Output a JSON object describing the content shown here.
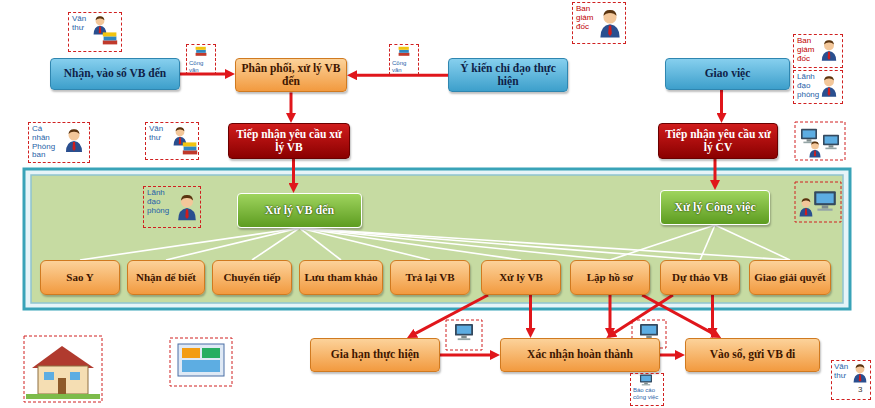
{
  "diagram": {
    "nodes": [
      {
        "text": [
          "Nhận, vào sổ VB đến"
        ]
      },
      {
        "text": [
          "Phân phối, xử lý VB đến"
        ]
      },
      {
        "text": [
          "Ý kiến chỉ đạo thực hiện"
        ]
      },
      {
        "text": [
          "Giao việc"
        ]
      },
      {
        "text": [
          "Tiếp nhận yêu cầu xử lý VB"
        ]
      },
      {
        "text": [
          "Tiếp nhận yêu cầu xử lý CV"
        ]
      },
      {
        "text": [
          "Xử lý VB đến"
        ]
      },
      {
        "text": [
          "Xử lý Công việc"
        ]
      },
      {
        "text": [
          "Sao Y"
        ]
      },
      {
        "text": [
          "Nhận để biết"
        ]
      },
      {
        "text": [
          "Chuyển tiếp"
        ]
      },
      {
        "text": [
          "Lưu tham khảo"
        ]
      },
      {
        "text": [
          "Trả lại VB"
        ]
      },
      {
        "text": [
          "Xử lý VB"
        ]
      },
      {
        "text": [
          "Lập hồ sơ"
        ]
      },
      {
        "text": [
          "Dự thảo VB"
        ]
      },
      {
        "text": [
          "Giao giải quyết"
        ]
      },
      {
        "text": [
          "Gia hạn thực hiện"
        ]
      },
      {
        "text": [
          "Xác nhận hoàn thành"
        ]
      },
      {
        "text": [
          "Vào sổ, gửi VB đi"
        ]
      }
    ],
    "edges": [
      {
        "from": 0,
        "to": 1,
        "arrow": "to"
      },
      {
        "from": 2,
        "to": 1,
        "arrow": "to"
      },
      {
        "from": 1,
        "to": 4,
        "arrow": "to"
      },
      {
        "from": 3,
        "to": 5,
        "arrow": "to"
      },
      {
        "from": 4,
        "to": 6,
        "arrow": "to"
      },
      {
        "from": 5,
        "to": 7,
        "arrow": "to"
      },
      {
        "from": 6,
        "to": 8,
        "arrow": "none"
      },
      {
        "from": 6,
        "to": 9,
        "arrow": "none"
      },
      {
        "from": 6,
        "to": 10,
        "arrow": "none"
      },
      {
        "from": 6,
        "to": 11,
        "arrow": "none"
      },
      {
        "from": 6,
        "to": 12,
        "arrow": "none"
      },
      {
        "from": 6,
        "to": 13,
        "arrow": "none"
      },
      {
        "from": 6,
        "to": 14,
        "arrow": "none"
      },
      {
        "from": 6,
        "to": 15,
        "arrow": "none"
      },
      {
        "from": 6,
        "to": 16,
        "arrow": "none"
      },
      {
        "from": 7,
        "to": 14,
        "arrow": "none"
      },
      {
        "from": 7,
        "to": 15,
        "arrow": "none"
      },
      {
        "from": 7,
        "to": 16,
        "arrow": "none"
      },
      {
        "from": 13,
        "to": 17,
        "arrow": "to"
      },
      {
        "from": 13,
        "to": 18,
        "arrow": "to"
      },
      {
        "from": 14,
        "to": 18,
        "arrow": "to"
      },
      {
        "from": 14,
        "to": 19,
        "arrow": "to"
      },
      {
        "from": 15,
        "to": 18,
        "arrow": "to"
      },
      {
        "from": 15,
        "to": 19,
        "arrow": "to"
      },
      {
        "from": 17,
        "to": 18,
        "arrow": "to"
      },
      {
        "from": 18,
        "to": 19,
        "arrow": "to"
      }
    ],
    "labels": [
      "Văn thư",
      "Công văn",
      "Công văn",
      "Ban giám đốc",
      "Ban giám đốc",
      "Lãnh đạo phòng",
      "Cá nhân Phòng ban",
      "Văn thư",
      "Lãnh đạo phòng",
      "Văn thư",
      "3",
      "Báo cáo công việc"
    ]
  }
}
